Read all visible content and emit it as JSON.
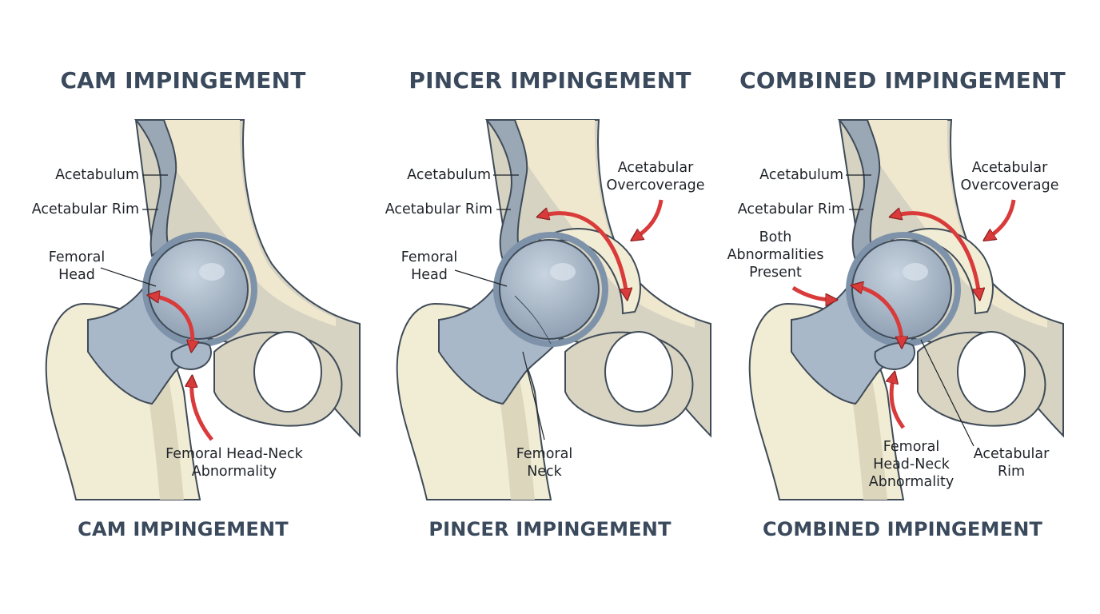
{
  "panels": [
    {
      "title_top": "CAM IMPINGEMENT",
      "title_bottom": "CAM IMPINGEMENT",
      "labels": {
        "acetabulum": "Acetabulum",
        "acetabular_rim": "Acetabular Rim",
        "femoral_head_1": "Femoral",
        "femoral_head_2": "Head",
        "abnormality_1": "Femoral Head-Neck",
        "abnormality_2": "Abnormality"
      }
    },
    {
      "title_top": "PINCER IMPINGEMENT",
      "title_bottom": "PINCER IMPINGEMENT",
      "labels": {
        "acetabulum": "Acetabulum",
        "acetabular_rim": "Acetabular Rim",
        "femoral_head_1": "Femoral",
        "femoral_head_2": "Head",
        "overcoverage_1": "Acetabular",
        "overcoverage_2": "Overcoverage",
        "femoral_neck_1": "Femoral",
        "femoral_neck_2": "Neck"
      }
    },
    {
      "title_top": "COMBINED IMPINGEMENT",
      "title_bottom": "COMBINED IMPINGEMENT",
      "labels": {
        "acetabulum": "Acetabulum",
        "acetabular_rim": "Acetabular Rim",
        "both_1": "Both",
        "both_2": "Abnormalities",
        "both_3": "Present",
        "overcoverage_1": "Acetabular",
        "overcoverage_2": "Overcoverage",
        "abnormality_1": "Femoral",
        "abnormality_2": "Head-Neck",
        "abnormality_3": "Abnormality",
        "rim_1": "Acetabular",
        "rim_2": "Rim"
      }
    }
  ],
  "colors": {
    "bone": "#f1ecd4",
    "bone_shadow": "#d9d5c2",
    "pelvis_gray": "#d6d3c3",
    "cartilage_blue": "#8fa3b8",
    "femoral_head": "#a9b8c8",
    "outline": "#3f4b58",
    "arrow_red": "#d93b3b",
    "title": "#3a4a5c"
  }
}
